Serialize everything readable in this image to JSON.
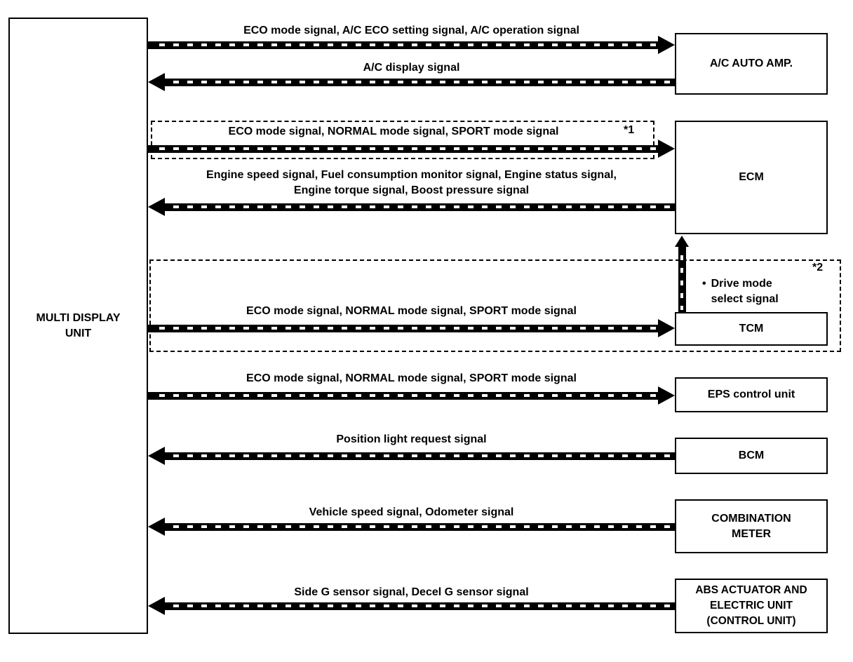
{
  "left_unit": {
    "label": "MULTI DISPLAY\nUNIT"
  },
  "units": [
    {
      "id": "ac-auto-amp",
      "label": "A/C AUTO AMP."
    },
    {
      "id": "ecm",
      "label": "ECM"
    },
    {
      "id": "tcm",
      "label": "TCM"
    },
    {
      "id": "eps",
      "label": "EPS control unit"
    },
    {
      "id": "bcm",
      "label": "BCM"
    },
    {
      "id": "combination-meter",
      "label": "COMBINATION\nMETER"
    },
    {
      "id": "abs",
      "label": "ABS ACTUATOR AND\nELECTRIC UNIT\n(CONTROL UNIT)"
    }
  ],
  "signals": [
    {
      "label": "ECO mode signal, A/C ECO setting signal, A/C operation signal",
      "from": "MULTI DISPLAY UNIT",
      "to": "A/C AUTO AMP.",
      "direction": "right"
    },
    {
      "label": "A/C display signal",
      "from": "A/C AUTO AMP.",
      "to": "MULTI DISPLAY UNIT",
      "direction": "left"
    },
    {
      "label": "ECO mode signal, NORMAL mode signal, SPORT mode signal",
      "note": "*1",
      "from": "MULTI DISPLAY UNIT",
      "to": "ECM",
      "direction": "right"
    },
    {
      "label": "Engine speed signal, Fuel consumption monitor signal, Engine status signal,\nEngine torque signal, Boost pressure signal",
      "from": "ECM",
      "to": "MULTI DISPLAY UNIT",
      "direction": "left"
    },
    {
      "label": "ECO mode signal, NORMAL mode signal, SPORT mode signal",
      "note": "*2",
      "from": "MULTI DISPLAY UNIT",
      "to": "TCM",
      "direction": "right"
    },
    {
      "label": "ECO mode signal, NORMAL mode signal, SPORT mode signal",
      "from": "MULTI DISPLAY UNIT",
      "to": "EPS control unit",
      "direction": "right"
    },
    {
      "label": "Position light request signal",
      "from": "BCM",
      "to": "MULTI DISPLAY UNIT",
      "direction": "left"
    },
    {
      "label": "Vehicle speed signal, Odometer signal",
      "from": "COMBINATION METER",
      "to": "MULTI DISPLAY UNIT",
      "direction": "left"
    },
    {
      "label": "Side G sensor signal, Decel G sensor signal",
      "from": "ABS ACTUATOR AND ELECTRIC UNIT (CONTROL UNIT)",
      "to": "MULTI DISPLAY UNIT",
      "direction": "left"
    }
  ],
  "tcm_to_ecm": {
    "bullet": "•",
    "label": "Drive mode\nselect signal",
    "direction": "up"
  },
  "colors": {
    "line": "#000000",
    "background": "#ffffff"
  }
}
